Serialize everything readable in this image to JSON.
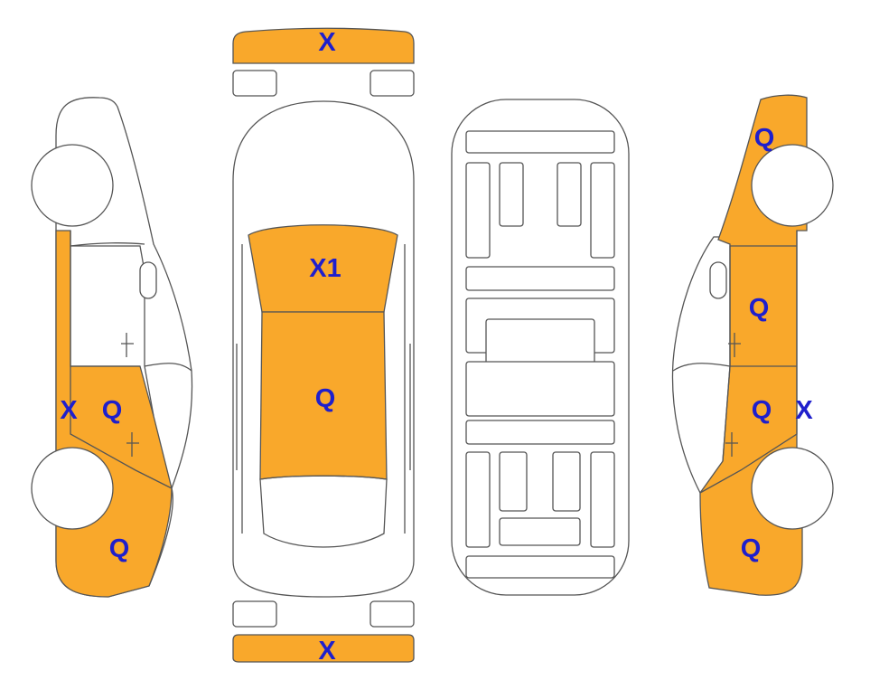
{
  "colors": {
    "highlight": "#F9A82B",
    "outline": "#555555",
    "label": "#1F1FCC",
    "background": "#FFFFFF"
  },
  "labels": {
    "front_bumper": "X",
    "rear_bumper": "X",
    "windshield": "X1",
    "roof": "Q",
    "left_side_x": "X",
    "left_rear_door": "Q",
    "left_rear_quarter": "Q",
    "right_front_quarter": "Q",
    "right_front_door": "Q",
    "right_rear_door": "Q",
    "right_side_x": "X",
    "right_rear_quarter": "Q"
  }
}
